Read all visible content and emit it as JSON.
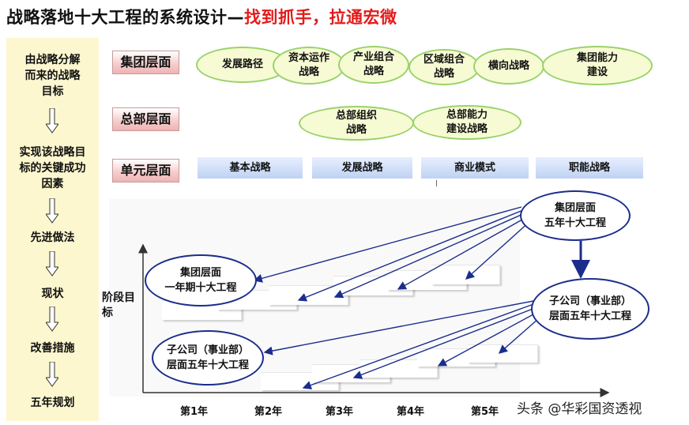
{
  "title": {
    "main": "战略落地十大工程的系统设计—",
    "highlight": "找到抓手，拉通宏微"
  },
  "left_flow": {
    "steps": [
      "由战略分解而来的战略目标",
      "实现该战略目标的关键成功因素",
      "先进做法",
      "现状",
      "改善措施",
      "五年规划"
    ],
    "lines": {
      "s1": [
        "由战略分解",
        "而来的战略",
        "目标"
      ],
      "s2": [
        "实现该战略目",
        "标的关键成功",
        "因素"
      ],
      "s3": "先进做法",
      "s4": "现状",
      "s5": "改善措施",
      "s6": "五年规划"
    }
  },
  "levels": {
    "group": {
      "label": "集团层面",
      "items": [
        [
          "发展路径"
        ],
        [
          "资本运作",
          "战略"
        ],
        [
          "产业组合",
          "战略"
        ],
        [
          "区域组合",
          "战略"
        ],
        [
          "横向战略"
        ],
        [
          "集团能力",
          "建设"
        ]
      ]
    },
    "hq": {
      "label": "总部层面",
      "items": [
        [
          "总部组织",
          "战略"
        ],
        [
          "总部能力",
          "建设战略"
        ]
      ]
    },
    "unit": {
      "label": "单元层面",
      "items": [
        "基本战略",
        "发展战略",
        "商业模式",
        "职能战略"
      ]
    }
  },
  "timeline": {
    "y_axis_label": [
      "阶段目",
      "标"
    ],
    "x_labels": [
      "第1年",
      "第2年",
      "第3年",
      "第4年",
      "第5年"
    ],
    "group_five_year": [
      "集团层面",
      "五年十大工程"
    ],
    "group_one_year": [
      "集团层面",
      "一年期十大工程"
    ],
    "sub_five_year_right": [
      "子公司（事业部）",
      "层面五年十大工程"
    ],
    "sub_five_year_left": [
      "子公司（事业部）",
      "层面五年十大工程"
    ]
  },
  "watermark": "头条 @华彩国资透视",
  "colors": {
    "accent_red": "#e31b1b",
    "ellipse_border": "#9ad26a",
    "ellipse_fill": "#f7fbd4",
    "navy": "#1b2d8c",
    "bar_blue": "#bfd2f2",
    "level_pink": "#f6cfcf",
    "left_panel": "#fdf7cf"
  }
}
